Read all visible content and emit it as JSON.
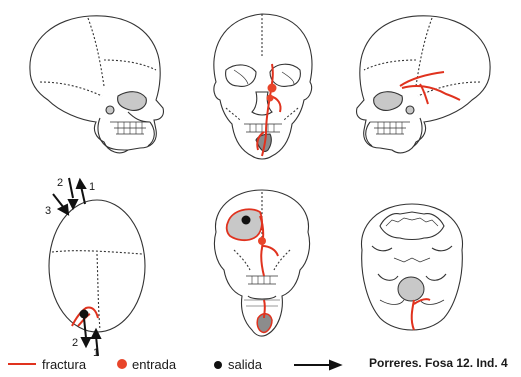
{
  "legend": {
    "fracture_label": "fractura",
    "entry_label": "entrada",
    "exit_label": "salida",
    "arrow_label": ""
  },
  "caption": "Porreres. Fosa 12. Ind. 4",
  "arrow_numbers": {
    "a1": "1",
    "a2": "2",
    "a3": "3",
    "b1": "1",
    "b2": "2"
  },
  "colors": {
    "fracture": "#e0321e",
    "entry": "#e8452a",
    "exit": "#111111",
    "outline": "#333333",
    "shade": "#c8c8c8"
  }
}
